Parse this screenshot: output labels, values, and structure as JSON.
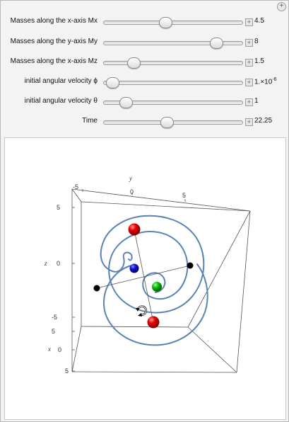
{
  "controls": [
    {
      "label": "Masses along the x-axis Mx",
      "value": "4.5",
      "fraction": 0.44,
      "name": "slider-mx"
    },
    {
      "label": "Masses along the y-axis My",
      "value": "8",
      "fraction": 0.84,
      "name": "slider-my"
    },
    {
      "label": "Masses along the x-axis Mz",
      "value": "1.5",
      "fraction": 0.19,
      "name": "slider-mz"
    },
    {
      "label": "initial angular velocity ϕ",
      "value_base": "1.×10",
      "value_exp": "-6",
      "fraction": 0.02,
      "name": "slider-phi"
    },
    {
      "label": "initial angular velocity θ",
      "value": "1",
      "fraction": 0.13,
      "name": "slider-theta"
    },
    {
      "label": "Time",
      "value": "22.25",
      "fraction": 0.45,
      "name": "slider-time"
    }
  ],
  "icons": {
    "corner": "plus-circle-icon",
    "expander": "plus-box-icon",
    "cursor": "rotate-cursor-icon"
  },
  "plot": {
    "axis_x": "x",
    "axis_y": "y",
    "axis_z": "z",
    "x_ticks": [
      "5",
      "0",
      "5"
    ],
    "y_ticks": [
      "-5",
      "0",
      "5"
    ],
    "z_ticks": [
      "5",
      "0",
      "-5"
    ],
    "colors": {
      "trajectory": "#5a82b4",
      "mass_red": "#dd0000",
      "mass_blue": "#1010cc",
      "mass_green": "#00bb00",
      "mass_black": "#000000"
    }
  }
}
